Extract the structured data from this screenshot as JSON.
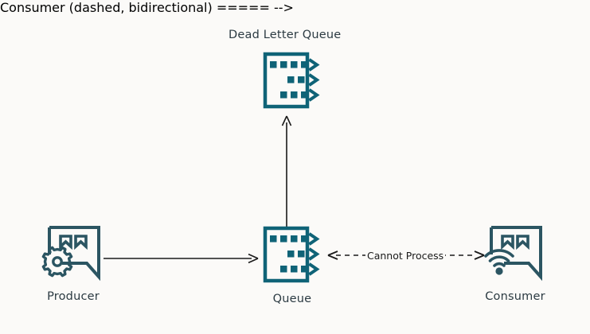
{
  "diagram": {
    "title_node": {
      "label": "Dead Letter Queue",
      "icon": "queue-icon"
    },
    "nodes": [
      {
        "id": "producer",
        "label": "Producer",
        "icon": "producer-speech-gear-icon"
      },
      {
        "id": "queue",
        "label": "Queue",
        "icon": "queue-icon"
      },
      {
        "id": "consumer",
        "label": "Consumer",
        "icon": "consumer-speech-wifi-icon"
      }
    ],
    "edges": [
      {
        "id": "producer-to-queue",
        "label": "",
        "style": "solid",
        "direction": "forward"
      },
      {
        "id": "queue-to-dlq",
        "label": "",
        "style": "solid",
        "direction": "forward"
      },
      {
        "id": "queue-consumer",
        "label": "Cannot Process",
        "style": "dashed",
        "direction": "both"
      }
    ],
    "colors": {
      "background": "#fbfaf8",
      "icon": "#0f6377",
      "text": "#2b3a42",
      "edge": "#1a1a1a",
      "label_text": "#1a1a1a"
    }
  }
}
